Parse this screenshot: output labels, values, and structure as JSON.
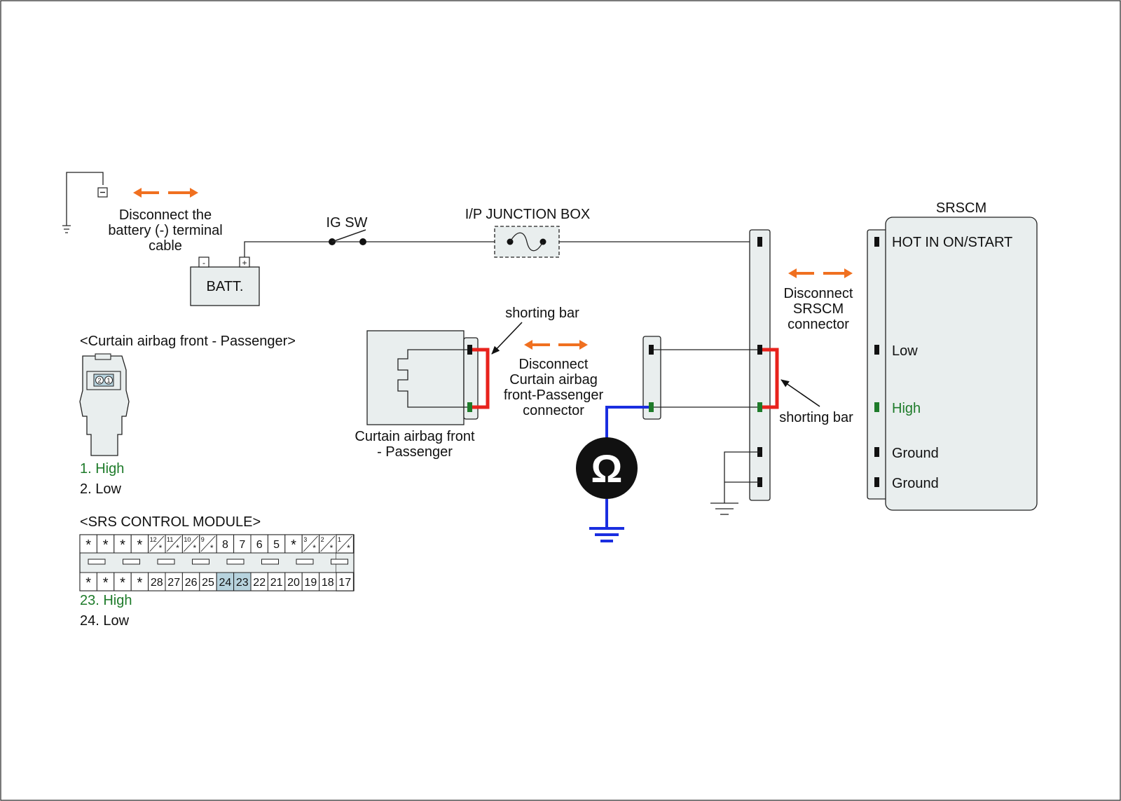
{
  "diagram": {
    "battery_disconnect": "Disconnect the\nbattery (-) terminal\ncable",
    "battery_minus": "-",
    "battery_plus": "+",
    "battery_label": "BATT.",
    "ig_sw": "IG SW",
    "junction_box": "I/P JUNCTION BOX",
    "srscm_title": "SRSCM",
    "srscm_pins": {
      "hot": "HOT IN ON/START",
      "low": "Low",
      "high": "High",
      "ground1": "Ground",
      "ground2": "Ground"
    },
    "disconnect_srscm": "Disconnect\nSRSCM\nconnector",
    "shorting_bar_top": "shorting bar",
    "shorting_bar_right": "shorting bar",
    "disconnect_curtain": "Disconnect\nCurtain airbag\nfront-Passenger\nconnector",
    "curtain_airbag_label": "Curtain airbag front\n- Passenger",
    "ohm_symbol": "Ω"
  },
  "connector_curtain": {
    "title": "<Curtain airbag front - Passenger>",
    "pins": [
      "2",
      "1"
    ],
    "legend": [
      {
        "text": "1. High",
        "highlight": true
      },
      {
        "text": "2. Low",
        "highlight": false
      }
    ]
  },
  "connector_srs": {
    "title": "<SRS CONTROL MODULE>",
    "top_row": [
      "*",
      "*",
      "*",
      "*",
      "12",
      "11",
      "10",
      "9",
      "8",
      "7",
      "6",
      "5",
      "*",
      "3",
      "2",
      "1"
    ],
    "bottom_row": [
      "*",
      "*",
      "*",
      "*",
      "28",
      "27",
      "26",
      "25",
      "24",
      "23",
      "22",
      "21",
      "20",
      "19",
      "18",
      "17"
    ],
    "star": "*",
    "highlighted_pins": [
      "24",
      "23"
    ],
    "legend": [
      {
        "text": "23. High",
        "highlight": true
      },
      {
        "text": "24. Low",
        "highlight": false
      }
    ]
  },
  "colors": {
    "arrow": "#f07020",
    "shorting_bar": "#e8221c",
    "meter_lead": "#1a2ee0",
    "high_text": "#1e7b2a",
    "highlight_cell": "#b7d3de",
    "box_fill": "#e9eeee"
  }
}
